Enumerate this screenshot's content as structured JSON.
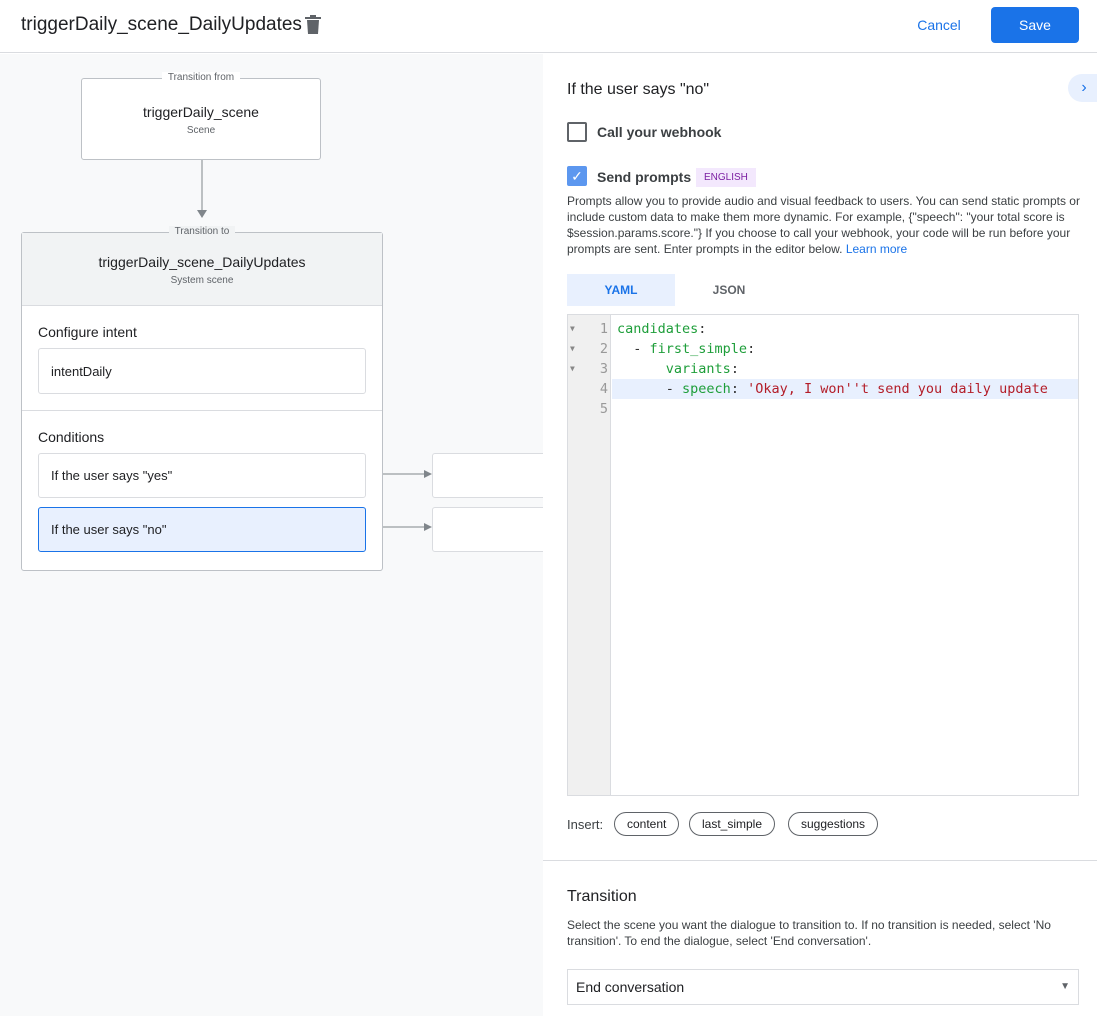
{
  "header": {
    "title": "triggerDaily_scene_DailyUpdates",
    "cancel": "Cancel",
    "save": "Save",
    "accent": "#1a73e8"
  },
  "canvas": {
    "from": {
      "legend": "Transition from",
      "name": "triggerDaily_scene",
      "type": "Scene"
    },
    "to": {
      "legend": "Transition to",
      "name": "triggerDaily_scene_DailyUpdates",
      "type": "System scene"
    },
    "intent": {
      "heading": "Configure intent",
      "value": "intentDaily"
    },
    "conditions": {
      "heading": "Conditions",
      "items": [
        {
          "label": "If the user says \"yes\""
        },
        {
          "label": "If the user says \"no\"",
          "selected": true
        }
      ]
    }
  },
  "panel": {
    "heading": "If the user says \"no\"",
    "webhook": {
      "label": "Call your webhook",
      "checked": false
    },
    "prompts": {
      "label": "Send prompts",
      "checked": true,
      "badge": "ENGLISH"
    },
    "description": "Prompts allow you to provide audio and visual feedback to users. You can send static prompts or include custom data to make them more dynamic. For example, {\"speech\": \"your total score is $session.params.score.\"} If you choose to call your webhook, your code will be run before your prompts are sent. Enter prompts in the editor below.",
    "learn_more": "Learn more",
    "tabs": [
      {
        "label": "YAML",
        "active": true
      },
      {
        "label": "JSON"
      }
    ],
    "editor": {
      "lines": [
        {
          "n": "1",
          "key": "candidates",
          "indent": "",
          "dash": false,
          "val": ""
        },
        {
          "n": "2",
          "key": "first_simple",
          "indent": "  ",
          "dash": true,
          "val": ""
        },
        {
          "n": "3",
          "key": "variants",
          "indent": "      ",
          "dash": false,
          "val": ""
        },
        {
          "n": "4",
          "key": "speech",
          "indent": "      ",
          "dash": true,
          "val": "'Okay, I won''t send you daily update"
        },
        {
          "n": "5",
          "key": "",
          "indent": "",
          "dash": false,
          "val": ""
        }
      ]
    },
    "insert": {
      "label": "Insert:",
      "chips": [
        "content",
        "last_simple",
        "suggestions"
      ]
    },
    "transition": {
      "heading": "Transition",
      "description": "Select the scene you want the dialogue to transition to. If no transition is needed, select 'No transition'. To end the dialogue, select 'End conversation'.",
      "value": "End conversation"
    }
  }
}
